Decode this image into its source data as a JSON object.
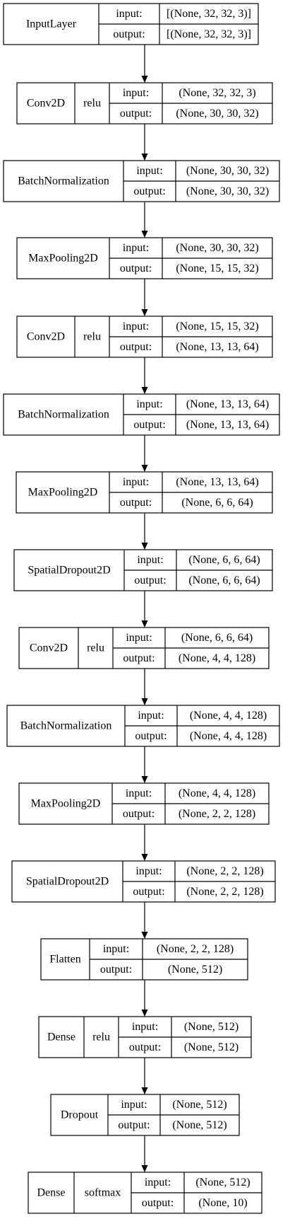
{
  "diagram": {
    "layers": [
      {
        "name": "InputLayer",
        "input": "[(None, 32, 32, 3)]",
        "output": "[(None, 32, 32, 3)]"
      },
      {
        "name": "Conv2D",
        "activation": "relu",
        "input": "(None, 32, 32, 3)",
        "output": "(None, 30, 30, 32)"
      },
      {
        "name": "BatchNormalization",
        "input": "(None, 30, 30, 32)",
        "output": "(None, 30, 30, 32)"
      },
      {
        "name": "MaxPooling2D",
        "input": "(None, 30, 30, 32)",
        "output": "(None, 15, 15, 32)"
      },
      {
        "name": "Conv2D",
        "activation": "relu",
        "input": "(None, 15, 15, 32)",
        "output": "(None, 13, 13, 64)"
      },
      {
        "name": "BatchNormalization",
        "input": "(None, 13, 13, 64)",
        "output": "(None, 13, 13, 64)"
      },
      {
        "name": "MaxPooling2D",
        "input": "(None, 13, 13, 64)",
        "output": "(None, 6, 6, 64)"
      },
      {
        "name": "SpatialDropout2D",
        "input": "(None, 6, 6, 64)",
        "output": "(None, 6, 6, 64)"
      },
      {
        "name": "Conv2D",
        "activation": "relu",
        "input": "(None, 6, 6, 64)",
        "output": "(None, 4, 4, 128)"
      },
      {
        "name": "BatchNormalization",
        "input": "(None, 4, 4, 128)",
        "output": "(None, 4, 4, 128)"
      },
      {
        "name": "MaxPooling2D",
        "input": "(None, 4, 4, 128)",
        "output": "(None, 2, 2, 128)"
      },
      {
        "name": "SpatialDropout2D",
        "input": "(None, 2, 2, 128)",
        "output": "(None, 2, 2, 128)"
      },
      {
        "name": "Flatten",
        "input": "(None, 2, 2, 128)",
        "output": "(None, 512)"
      },
      {
        "name": "Dense",
        "activation": "relu",
        "input": "(None, 512)",
        "output": "(None, 512)"
      },
      {
        "name": "Dropout",
        "input": "(None, 512)",
        "output": "(None, 512)"
      },
      {
        "name": "Dense",
        "activation": "softmax",
        "input": "(None, 512)",
        "output": "(None, 10)"
      }
    ],
    "labels": {
      "input": "input:",
      "output": "output:"
    }
  }
}
